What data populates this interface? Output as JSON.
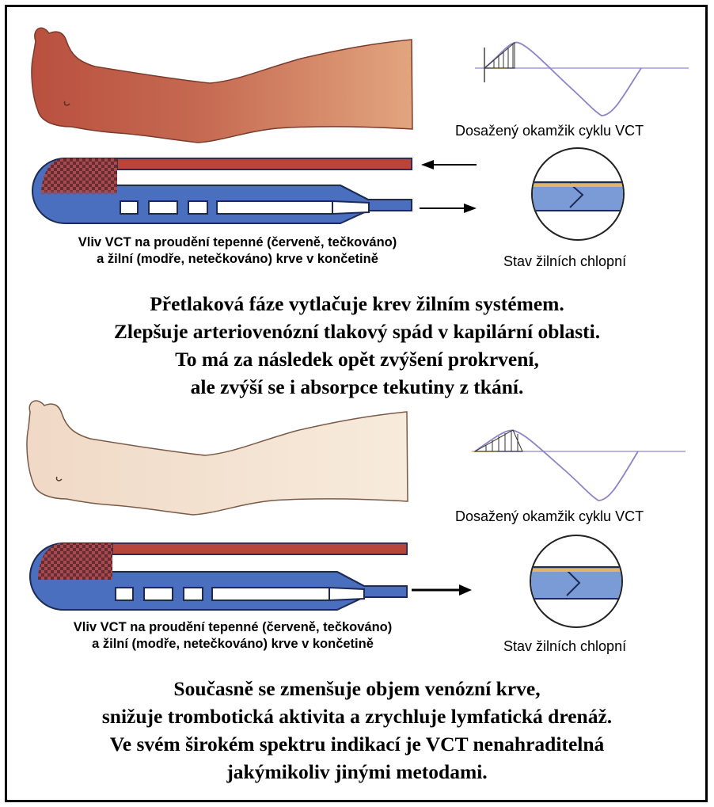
{
  "top": {
    "cycle_label": "Dosažený okamžik cyklu VCT",
    "caption_line1": "Vliv VCT na proudění tepenné (červeně, tečkováno)",
    "caption_line2": "a žilní (modře, netečkováno) krve v končetině",
    "valve_label": "Stav žilních chlopní",
    "paragraph": [
      "Přetlaková fáze vytlačuje krev žilním systémem.",
      "Zlepšuje arteriovenózní tlakový spád v kapilární oblasti.",
      "To má za následek opět zvýšení prokrvení,",
      "ale zvýší se i absorpce tekutiny z tkání."
    ],
    "leg_color": "#c76f55"
  },
  "bottom": {
    "cycle_label": "Dosažený okamžik cyklu VCT",
    "caption_line1": "Vliv VCT na proudění tepenné (červeně, tečkováno)",
    "caption_line2": "a žilní (modře, netečkováno) krve v končetině",
    "valve_label": "Stav žilních chlopní",
    "paragraph": [
      "Současně se zmenšuje objem venózní krve,",
      "snižuje trombotická aktivita a zrychluje lymfatická drenáž.",
      "Ve svém širokém spektru indikací je VCT nenahraditelná",
      "jakýmikoliv jinými metodami."
    ],
    "leg_color": "#f3e2d0"
  },
  "colors": {
    "artery": "#b8453a",
    "vein": "#4a6fbf",
    "vein_light": "#7b9bd6"
  }
}
